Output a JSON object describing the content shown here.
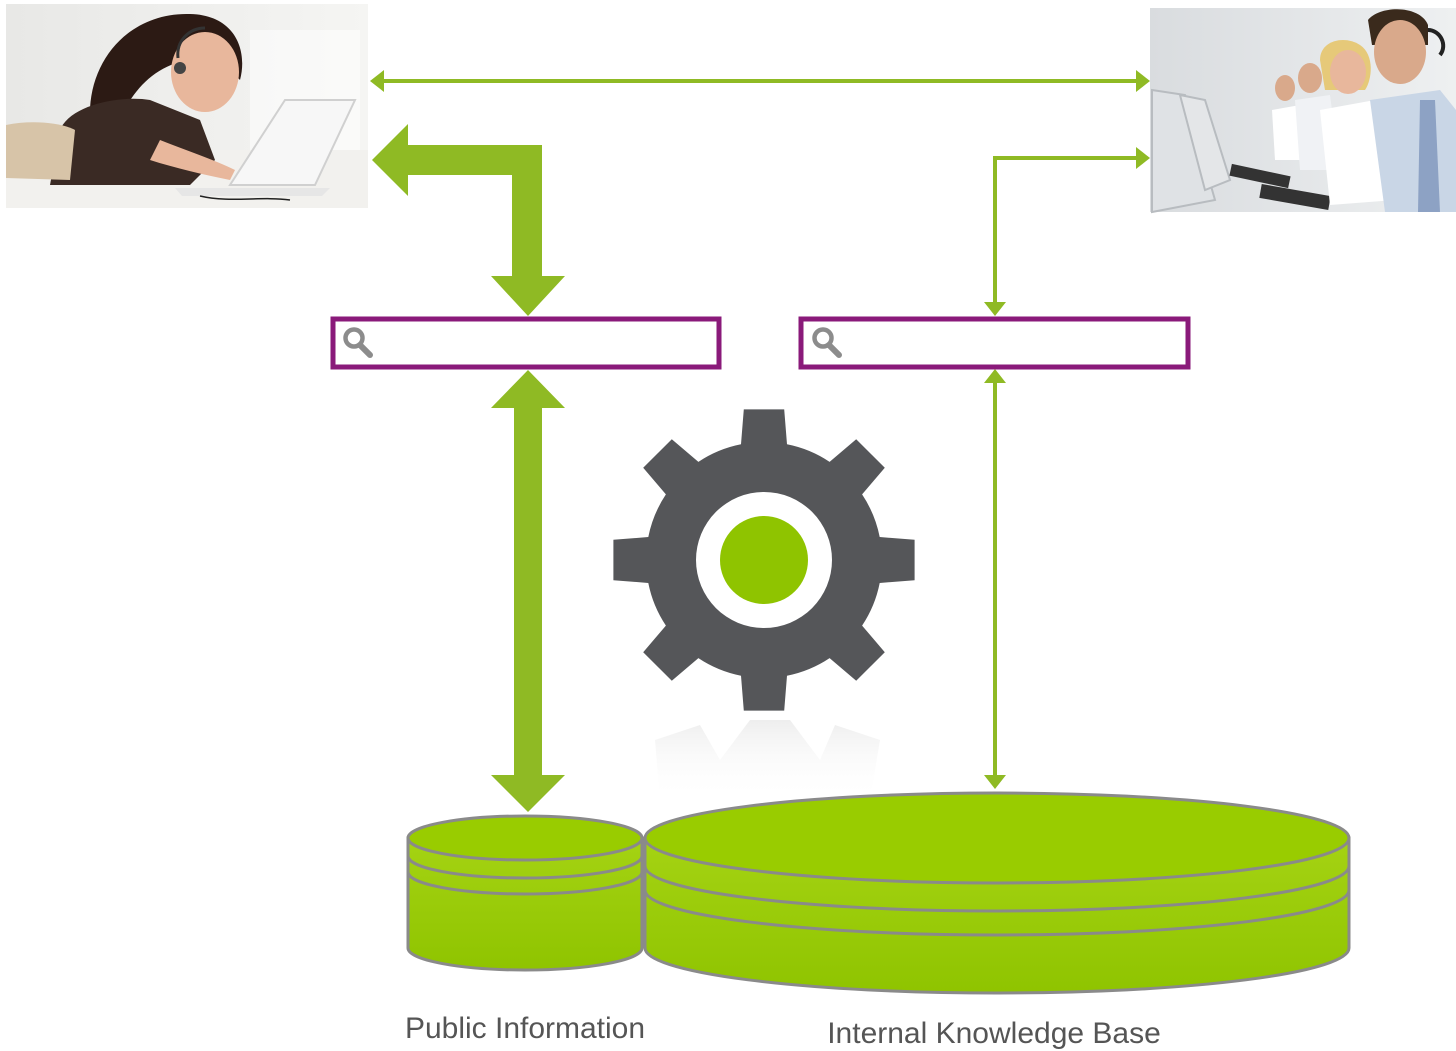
{
  "labels": {
    "public": "Public Information",
    "internal": "Internal Knowledge Base"
  },
  "photos": {
    "customer": "photo of woman with headset using laptop",
    "agents": "photo of call center agents with headsets"
  },
  "search_boxes": {
    "left_icon": "search-icon",
    "right_icon": "search-icon"
  },
  "colors": {
    "accent_green": "#8fba24",
    "db_green": "#99cc00",
    "search_border": "#8a1a7a",
    "gear": "#555659",
    "text": "#555555"
  }
}
